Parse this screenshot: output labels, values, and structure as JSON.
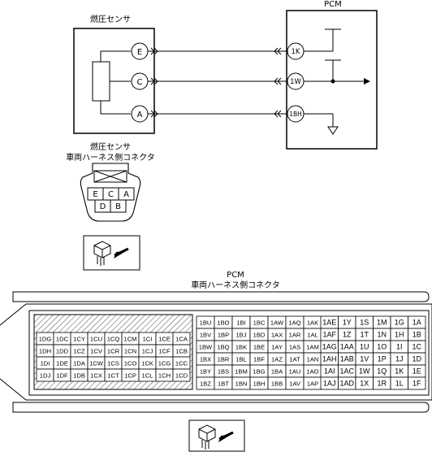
{
  "labels": {
    "sensor_title": "燃圧センサ",
    "pcm_title": "PCM",
    "sensor_conn_line1": "燃圧センサ",
    "sensor_conn_line2": "車両ハーネス側コネクタ",
    "pcm_conn_line1": "PCM",
    "pcm_conn_line2": "車両ハーネス側コネクタ"
  },
  "sensor_terminals": [
    "E",
    "C",
    "A"
  ],
  "pcm_terminals": [
    "1K",
    "1W",
    "1BH"
  ],
  "sensor_connector_pins": {
    "top": [
      "E",
      "C",
      "A"
    ],
    "bottom": [
      "D",
      "B"
    ]
  },
  "pcm_connector": {
    "left_block": [
      [
        "1DG",
        "1DC",
        "1CY",
        "1CU",
        "1CQ",
        "1CM",
        "1CI",
        "1CE",
        "1CA"
      ],
      [
        "1DH",
        "1DD",
        "1CZ",
        "1CV",
        "1CR",
        "1CN",
        "1CJ",
        "1CF",
        "1CB"
      ],
      [
        "1DI",
        "1DE",
        "1DA",
        "1CW",
        "1CS",
        "1CO",
        "1CK",
        "1CG",
        "1CC"
      ],
      [
        "1DJ",
        "1DF",
        "1DB",
        "1CX",
        "1CT",
        "1CP",
        "1CL",
        "1CH",
        "1CD"
      ]
    ],
    "middle_block": [
      [
        "1BU",
        "1BO",
        "1BI",
        "1BC",
        "1AW",
        "1AQ",
        "1AK"
      ],
      [
        "1BV",
        "1BP",
        "1BJ",
        "1BD",
        "1AX",
        "1AR",
        "1AL"
      ],
      [
        "1BW",
        "1BQ",
        "1BK",
        "1BE",
        "1AY",
        "1AS",
        "1AM"
      ],
      [
        "1BX",
        "1BR",
        "1BL",
        "1BF",
        "1AZ",
        "1AT",
        "1AN"
      ],
      [
        "1BY",
        "1BS",
        "1BM",
        "1BG",
        "1BA",
        "1AU",
        "1AO"
      ],
      [
        "1BZ",
        "1BT",
        "1BN",
        "1BH",
        "1BB",
        "1AV",
        "1AP"
      ]
    ],
    "right_block": [
      [
        "1AE",
        "1Y",
        "1S",
        "1M",
        "1G",
        "1A"
      ],
      [
        "1AF",
        "1Z",
        "1T",
        "1N",
        "1H",
        "1B"
      ],
      [
        "1AG",
        "1AA",
        "1U",
        "1O",
        "1I",
        "1C"
      ],
      [
        "1AH",
        "1AB",
        "1V",
        "1P",
        "1J",
        "1D"
      ],
      [
        "1AI",
        "1AC",
        "1W",
        "1Q",
        "1K",
        "1E"
      ],
      [
        "1AJ",
        "1AD",
        "1X",
        "1R",
        "1L",
        "1F"
      ]
    ]
  }
}
